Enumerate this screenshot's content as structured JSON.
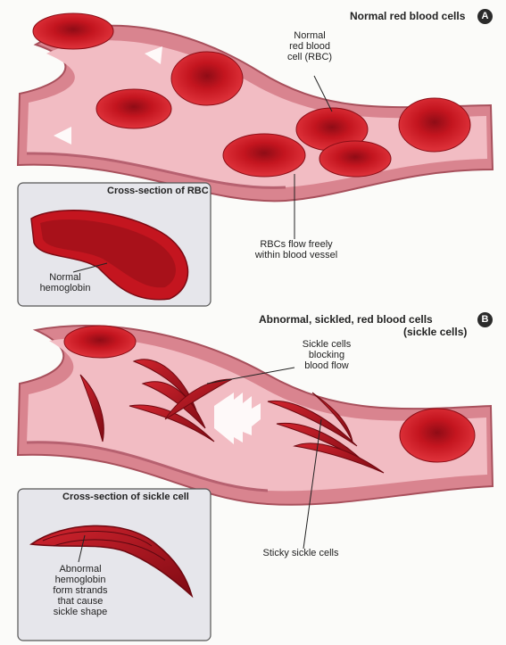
{
  "panel_a": {
    "badge": "A",
    "title": "Normal red blood cells",
    "rbc_label": [
      "Normal",
      "red blood",
      "cell (RBC)"
    ],
    "flow_label": [
      "RBCs flow freely",
      "within blood vessel"
    ],
    "inset_title": "Cross-section of RBC",
    "hemoglobin_label": [
      "Normal",
      "hemoglobin"
    ]
  },
  "panel_b": {
    "badge": "B",
    "title": [
      "Abnormal, sickled, red blood cells",
      "(sickle cells)"
    ],
    "blocking_label": [
      "Sickle cells",
      "blocking",
      "blood flow"
    ],
    "sticky_label": "Sticky sickle cells",
    "inset_title": "Cross-section of sickle cell",
    "hemoglobin_label": [
      "Abnormal",
      "hemoglobin",
      "form strands",
      "that cause",
      "sickle shape"
    ]
  },
  "colors": {
    "vessel_wall": "#d9848f",
    "vessel_inner": "#f2bcc3",
    "rbc": "#c81a26",
    "rbc_dark": "#8a0d16",
    "inset_bg": "#e6e6eb"
  }
}
